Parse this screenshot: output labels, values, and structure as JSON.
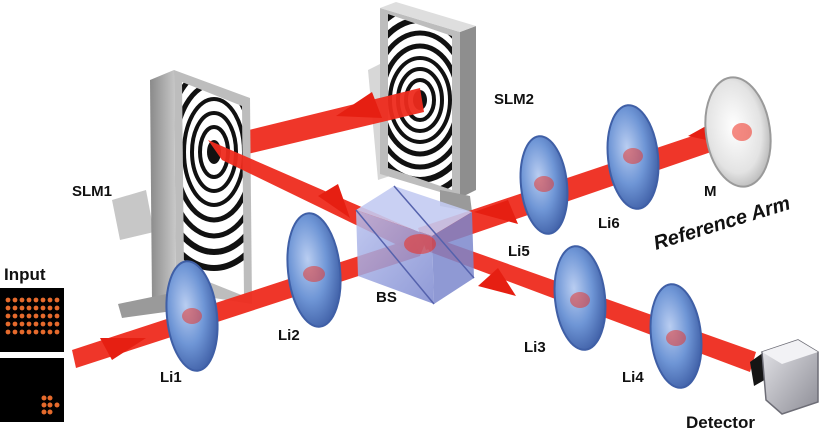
{
  "diagram": {
    "labels": {
      "input": "Input",
      "slm1": "SLM1",
      "slm2": "SLM2",
      "bs": "BS",
      "li1": "Li1",
      "li2": "Li2",
      "li3": "Li3",
      "li4": "Li4",
      "li5": "Li5",
      "li6": "Li6",
      "mirror": "M",
      "reference_arm": "Reference Arm",
      "detector": "Detector"
    },
    "colors": {
      "beam": "#ee2b1e",
      "lens": "#6f96d6",
      "lens_edge": "#3f5fa6",
      "cube": "#8d9ad8",
      "device_frame": "#a7a7a7",
      "input_background": "#000000",
      "input_dots": "#e56a2c"
    }
  }
}
